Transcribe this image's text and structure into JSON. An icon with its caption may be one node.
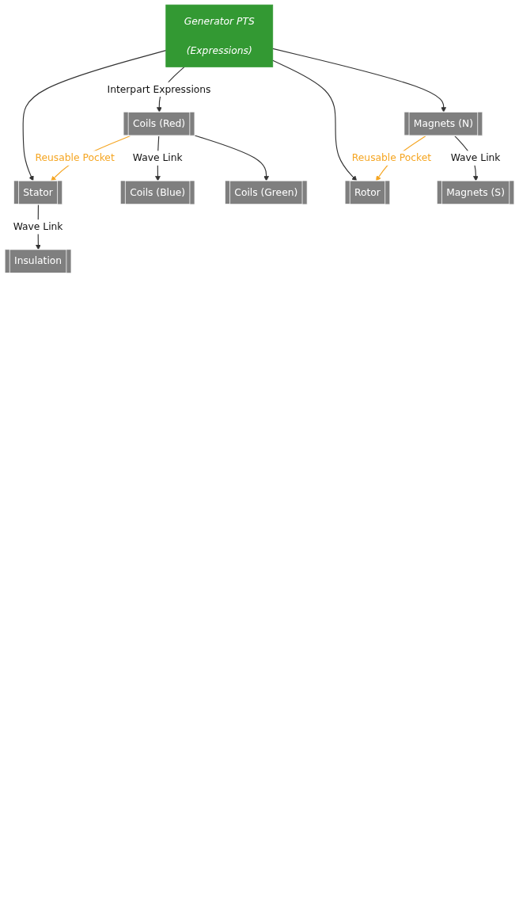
{
  "diagram": {
    "nodes": [
      {
        "text": [
          "Generator PTS",
          "(Expressions)"
        ]
      },
      {
        "text": [
          "Stator"
        ]
      },
      {
        "text": [
          "Insulation"
        ]
      },
      {
        "text": [
          "Coils (Red)"
        ]
      },
      {
        "text": [
          "Coils (Blue)"
        ]
      },
      {
        "text": [
          "Coils (Green)"
        ]
      },
      {
        "text": [
          "Rotor"
        ]
      },
      {
        "text": [
          "Magnets (N)"
        ]
      },
      {
        "text": [
          "Magnets (S)"
        ]
      }
    ],
    "edges": [
      {
        "from": 0,
        "to": 1,
        "arrow": "to"
      },
      {
        "from": 0,
        "to": 3,
        "arrow": "to",
        "label": "Interpart Expressions"
      },
      {
        "from": 0,
        "to": 6,
        "arrow": "to"
      },
      {
        "from": 0,
        "to": 7,
        "arrow": "to"
      },
      {
        "from": 1,
        "to": 2,
        "arrow": "to",
        "label": "Wave Link"
      },
      {
        "from": 3,
        "to": 1,
        "arrow": "to",
        "label": "Reusable Pocket",
        "color": "#f5a623"
      },
      {
        "from": 3,
        "to": 4,
        "arrow": "to",
        "label": "Wave Link"
      },
      {
        "from": 3,
        "to": 5,
        "arrow": "to"
      },
      {
        "from": 7,
        "to": 6,
        "arrow": "to",
        "label": "Reusable Pocket",
        "color": "#f5a623"
      },
      {
        "from": 7,
        "to": 8,
        "arrow": "to",
        "label": "Wave Link"
      }
    ]
  }
}
